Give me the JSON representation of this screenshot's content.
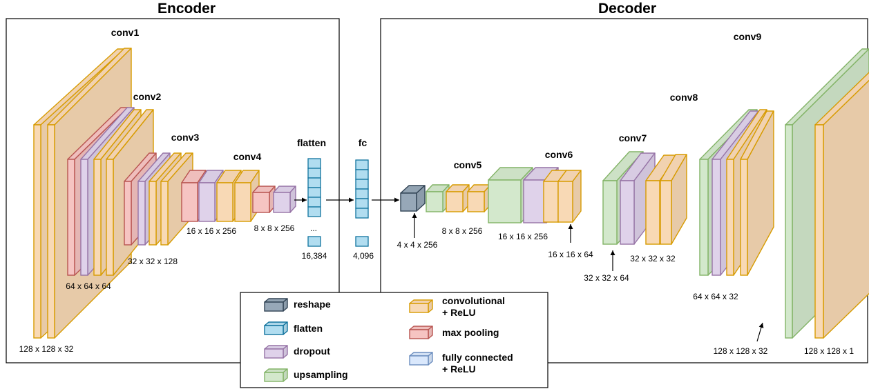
{
  "titles": {
    "encoder": "Encoder",
    "decoder": "Decoder"
  },
  "layer_labels": {
    "conv1": "conv1",
    "conv2": "conv2",
    "conv3": "conv3",
    "conv4": "conv4",
    "flatten": "flatten",
    "fc": "fc",
    "conv5": "conv5",
    "conv6": "conv6",
    "conv7": "conv7",
    "conv8": "conv8",
    "conv9": "conv9"
  },
  "dims": {
    "e128": "128 x 128 x 32",
    "e64": "64 x 64 x 64",
    "e32": "32 x 32 x 128",
    "e16": "16 x 16 x 256",
    "e8": "8 x 8 x 256",
    "flatten": "16,384",
    "fc": "4,096",
    "d4": "4 x 4 x 256",
    "d8": "8 x 8 x 256",
    "d16a": "16 x 16 x 256",
    "d16b": "16 x 16 x 64",
    "d32a": "32 x 32 x 64",
    "d32b": "32 x 32 x 32",
    "d64": "64 x 64 x 32",
    "d128a": "128 x 128 x 32",
    "d128b": "128 x 128 x 1"
  },
  "ellipsis": "...",
  "legend": {
    "reshape": "reshape",
    "flatten": "flatten",
    "dropout": "dropout",
    "upsampling": "upsampling",
    "conv_line1": "convolutional",
    "conv_line2": "+ ReLU",
    "maxpool": "max pooling",
    "fc_line1": "fully connected",
    "fc_line2": "+ ReLU"
  },
  "colors": {
    "conv": "#f8d9b5",
    "conv_stroke": "#d79b00",
    "pool": "#f6c4c2",
    "pool_stroke": "#b85450",
    "dropout": "#dfd2ea",
    "dropout_stroke": "#9673a6",
    "upsample": "#d3e8cc",
    "upsample_stroke": "#82b366",
    "flatten": "#b1ddf0",
    "flatten_stroke": "#10739e",
    "reshape": "#97a8b8",
    "reshape_stroke": "#314354",
    "fc_legend": "#dae8fc",
    "fc_legend_stroke": "#6c8ebf"
  },
  "icons": [
    "arrow-icon"
  ]
}
